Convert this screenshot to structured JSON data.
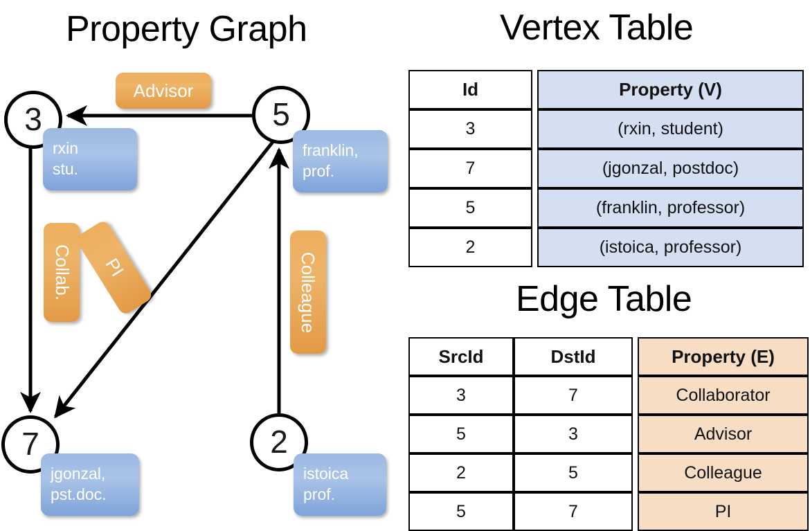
{
  "titles": {
    "property_graph": "Property Graph",
    "vertex_table": "Vertex Table",
    "edge_table": "Edge Table"
  },
  "graph": {
    "nodes": [
      {
        "id": "3",
        "property_lines": [
          "rxin",
          "stu."
        ]
      },
      {
        "id": "5",
        "property_lines": [
          "franklin,",
          "prof."
        ]
      },
      {
        "id": "7",
        "property_lines": [
          "jgonzal,",
          "pst.doc."
        ]
      },
      {
        "id": "2",
        "property_lines": [
          "istoica",
          "prof."
        ]
      }
    ],
    "edge_labels": [
      {
        "name": "advisor",
        "label": "Advisor"
      },
      {
        "name": "collab",
        "label": "Collab."
      },
      {
        "name": "pi",
        "label": "PI"
      },
      {
        "name": "colleague",
        "label": "Colleague"
      }
    ],
    "edges": [
      {
        "src": "5",
        "dst": "3",
        "label": "Advisor"
      },
      {
        "src": "3",
        "dst": "7",
        "label": "Collab."
      },
      {
        "src": "5",
        "dst": "7",
        "label": "PI"
      },
      {
        "src": "2",
        "dst": "5",
        "label": "Colleague"
      }
    ]
  },
  "vertex_table": {
    "headers": [
      "Id",
      "Property (V)"
    ],
    "rows": [
      {
        "id": "3",
        "property": "(rxin, student)"
      },
      {
        "id": "7",
        "property": "(jgonzal, postdoc)"
      },
      {
        "id": "5",
        "property": "(franklin, professor)"
      },
      {
        "id": "2",
        "property": "(istoica, professor)"
      }
    ]
  },
  "edge_table": {
    "headers": [
      "SrcId",
      "DstId",
      "Property (E)"
    ],
    "rows": [
      {
        "src": "3",
        "dst": "7",
        "property": "Collaborator"
      },
      {
        "src": "5",
        "dst": "3",
        "property": "Advisor"
      },
      {
        "src": "2",
        "dst": "5",
        "property": "Colleague"
      },
      {
        "src": "5",
        "dst": "7",
        "property": "PI"
      }
    ]
  },
  "colors": {
    "vertex_property_fill": "#d4e0f2",
    "edge_property_fill": "#f6ddc4",
    "node_callout": "#8fb0df",
    "edge_label": "#eeaa58",
    "stroke": "#000000"
  }
}
